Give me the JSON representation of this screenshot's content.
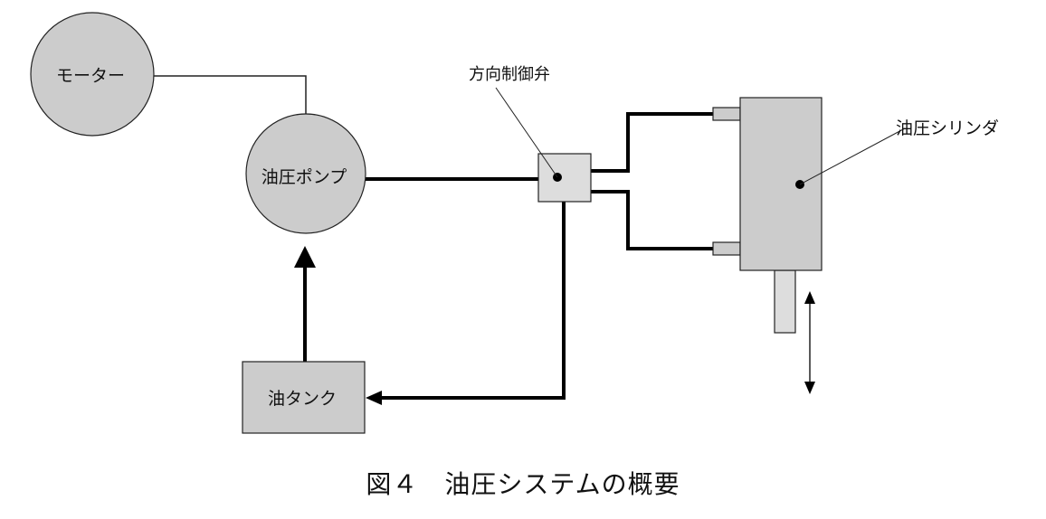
{
  "diagram": {
    "title": "油圧システムの概要",
    "caption": "図４　油圧システムの概要",
    "colors": {
      "component_fill": "#cccccc",
      "valve_fill": "#dddddd",
      "rod_fill": "#dddddd",
      "stroke": "#222222",
      "background": "#ffffff"
    },
    "components": {
      "motor": {
        "label": "モーター",
        "shape": "circle"
      },
      "pump": {
        "label": "油圧ポンプ",
        "shape": "circle"
      },
      "valve": {
        "label": "方向制御弁",
        "shape": "square",
        "callout": true
      },
      "cylinder": {
        "label": "油圧シリンダ",
        "shape": "rectangle",
        "callout": true
      },
      "tank": {
        "label": "油タンク",
        "shape": "rectangle"
      }
    },
    "connections": [
      {
        "from": "motor",
        "to": "pump",
        "type": "mechanical-shaft"
      },
      {
        "from": "pump",
        "to": "valve",
        "type": "pressure-line"
      },
      {
        "from": "valve",
        "to": "cylinder",
        "type": "pressure-line",
        "port": "upper"
      },
      {
        "from": "valve",
        "to": "cylinder",
        "type": "pressure-line",
        "port": "lower"
      },
      {
        "from": "valve",
        "to": "tank",
        "type": "return-line",
        "arrow": true
      },
      {
        "from": "tank",
        "to": "pump",
        "type": "suction-line",
        "arrow": true
      }
    ],
    "motion_indicator": "rod-reciprocating-double-arrow"
  }
}
